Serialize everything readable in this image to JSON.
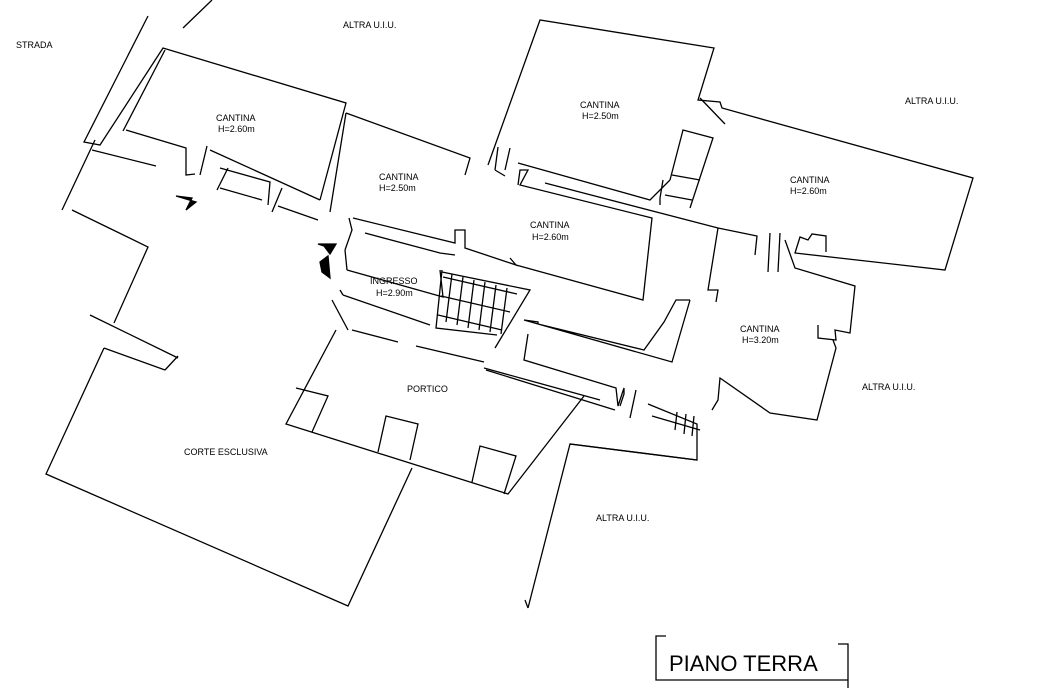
{
  "labels": {
    "strada": "STRADA",
    "altra_top": "ALTRA U.I.U.",
    "altra_right_top": "ALTRA U.I.U.",
    "altra_right_mid": "ALTRA U.I.U.",
    "altra_bottom": "ALTRA U.I.U.",
    "cantina_1": "CANTINA",
    "cantina_1_h": "H=2.60m",
    "cantina_2": "CANTINA",
    "cantina_2_h": "H=2.50m",
    "cantina_3": "CANTINA",
    "cantina_3_h": "H=2.50m",
    "cantina_4": "CANTINA",
    "cantina_4_h": "H=2.60m",
    "cantina_5": "CANTINA",
    "cantina_5_h": "H=2.60m",
    "cantina_6": "CANTINA",
    "cantina_6_h": "H=3.20m",
    "ingresso": "INGRESSO",
    "ingresso_h": "H=2.90m",
    "portico": "PORTICO",
    "corte": "CORTE ESCLUSIVA"
  },
  "title": "PIANO TERRA"
}
